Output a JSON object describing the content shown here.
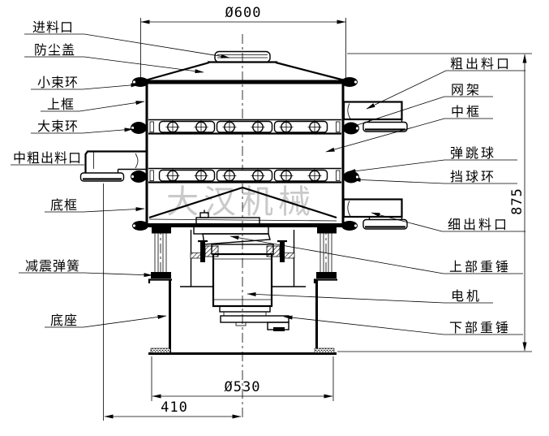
{
  "drawing": {
    "watermark": "大汉机械",
    "dimensions": {
      "top_diameter": "Ø600",
      "overall_height": "875",
      "base_diameter": "Ø530",
      "base_offset": "410"
    },
    "labels_left": [
      {
        "id": "feed-inlet",
        "text": "进料口"
      },
      {
        "id": "dust-cover",
        "text": "防尘盖"
      },
      {
        "id": "small-clamp-ring",
        "text": "小束环"
      },
      {
        "id": "upper-frame",
        "text": "上框"
      },
      {
        "id": "large-clamp-ring",
        "text": "大束环"
      },
      {
        "id": "medium-coarse-outlet",
        "text": "中粗出料口"
      },
      {
        "id": "bottom-frame",
        "text": "底框"
      },
      {
        "id": "damping-spring",
        "text": "减震弹簧"
      },
      {
        "id": "base",
        "text": "底座"
      }
    ],
    "labels_right": [
      {
        "id": "coarse-outlet",
        "text": "粗出料口"
      },
      {
        "id": "mesh-frame",
        "text": "网架"
      },
      {
        "id": "middle-frame",
        "text": "中框"
      },
      {
        "id": "bouncing-ball",
        "text": "弹跳球"
      },
      {
        "id": "ball-stop-ring",
        "text": "挡球环"
      },
      {
        "id": "fine-outlet",
        "text": "细出料口"
      },
      {
        "id": "upper-weight",
        "text": "上部重锤"
      },
      {
        "id": "motor",
        "text": "电机"
      },
      {
        "id": "lower-weight",
        "text": "下部重锤"
      }
    ]
  }
}
